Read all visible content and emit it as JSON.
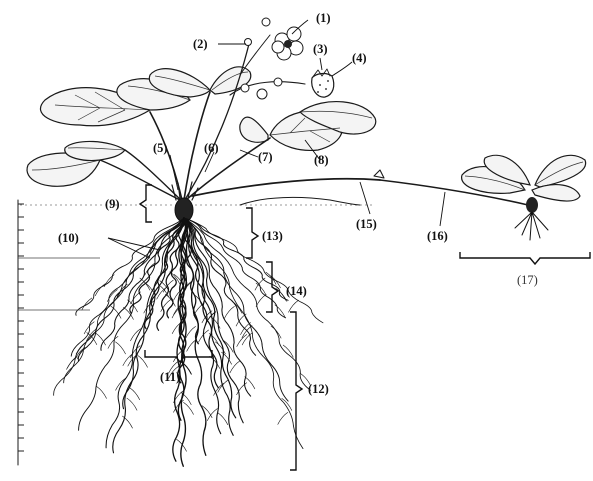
{
  "labels": {
    "l1": "(1)",
    "l2": "(2)",
    "l3": "(3)",
    "l4": "(4)",
    "l5": "(5)",
    "l6": "(6)",
    "l7": "(7)",
    "l8": "(8)",
    "l9": "(9)",
    "l10": "(10)",
    "l11": "(11)",
    "l12": "(12)",
    "l13": "(13)",
    "l14": "(14)",
    "l15": "(15)",
    "l16": "(16)",
    "l17": "(17)"
  },
  "colors": {
    "ink": "#1a1a1a",
    "paper": "#ffffff"
  }
}
